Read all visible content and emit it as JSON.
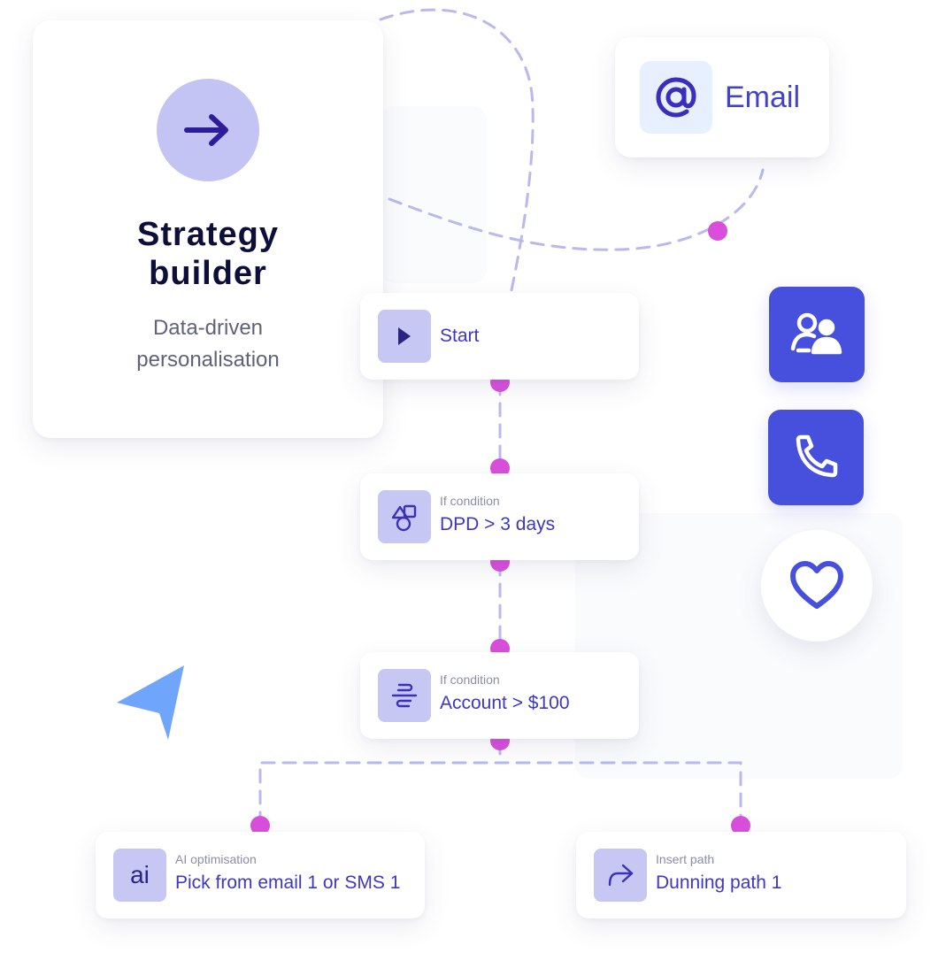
{
  "hero": {
    "title": "Strategy builder",
    "subtitle": "Data-driven personalisation",
    "icon": "arrow-right-icon"
  },
  "email_channel": {
    "label": "Email",
    "icon": "at-sign-icon"
  },
  "flow": {
    "start": {
      "label": "Start",
      "icon": "play-icon"
    },
    "condition_dpd": {
      "caption": "If condition",
      "label": "DPD > 3 days",
      "icon": "shapes-icon"
    },
    "condition_account": {
      "caption": "If condition",
      "label": "Account > $100",
      "icon": "split-icon"
    },
    "ai_optimisation": {
      "caption": "AI optimisation",
      "label": "Pick from email 1 or SMS 1",
      "icon_text": "ai"
    },
    "insert_path": {
      "caption": "Insert path",
      "label": "Dunning path 1",
      "icon": "forward-arrow-icon"
    }
  },
  "side_icons": [
    "users-icon",
    "phone-icon",
    "heart-icon"
  ],
  "colors": {
    "accent": "#4650dd",
    "node_icon_bg": "#c7c7f3",
    "connector_dot": "#d94fdc",
    "connector_line": "#b9b9ee",
    "label_text": "#3d37c2",
    "pointer": "#6fa5fb"
  }
}
